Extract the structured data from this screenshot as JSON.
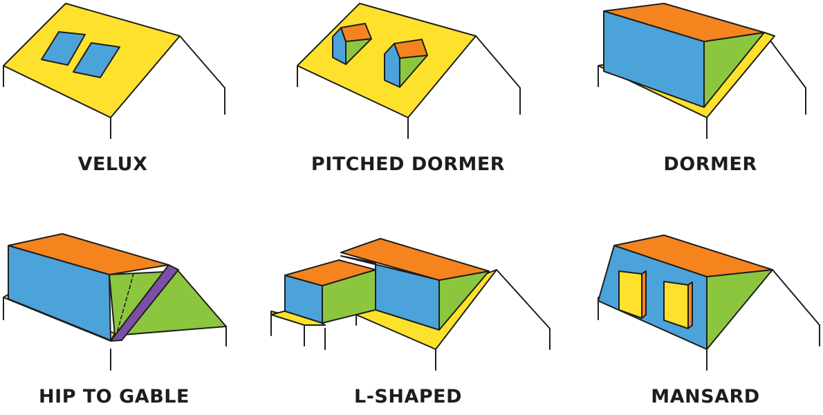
{
  "labels": {
    "velux": "VELUX",
    "pitched_dormer": "PITCHED DORMER",
    "dormer": "DORMER",
    "hip_to_gable": "HIP TO GABLE",
    "l_shaped": "L-SHAPED",
    "mansard": "MANSARD"
  },
  "colors": {
    "roof_yellow": "#fde12d",
    "wall_blue": "#4ba3d9",
    "top_orange": "#f5841f",
    "side_green": "#8cc63f",
    "accent_purple": "#7b4fa6",
    "outline": "#1d1d1d"
  }
}
